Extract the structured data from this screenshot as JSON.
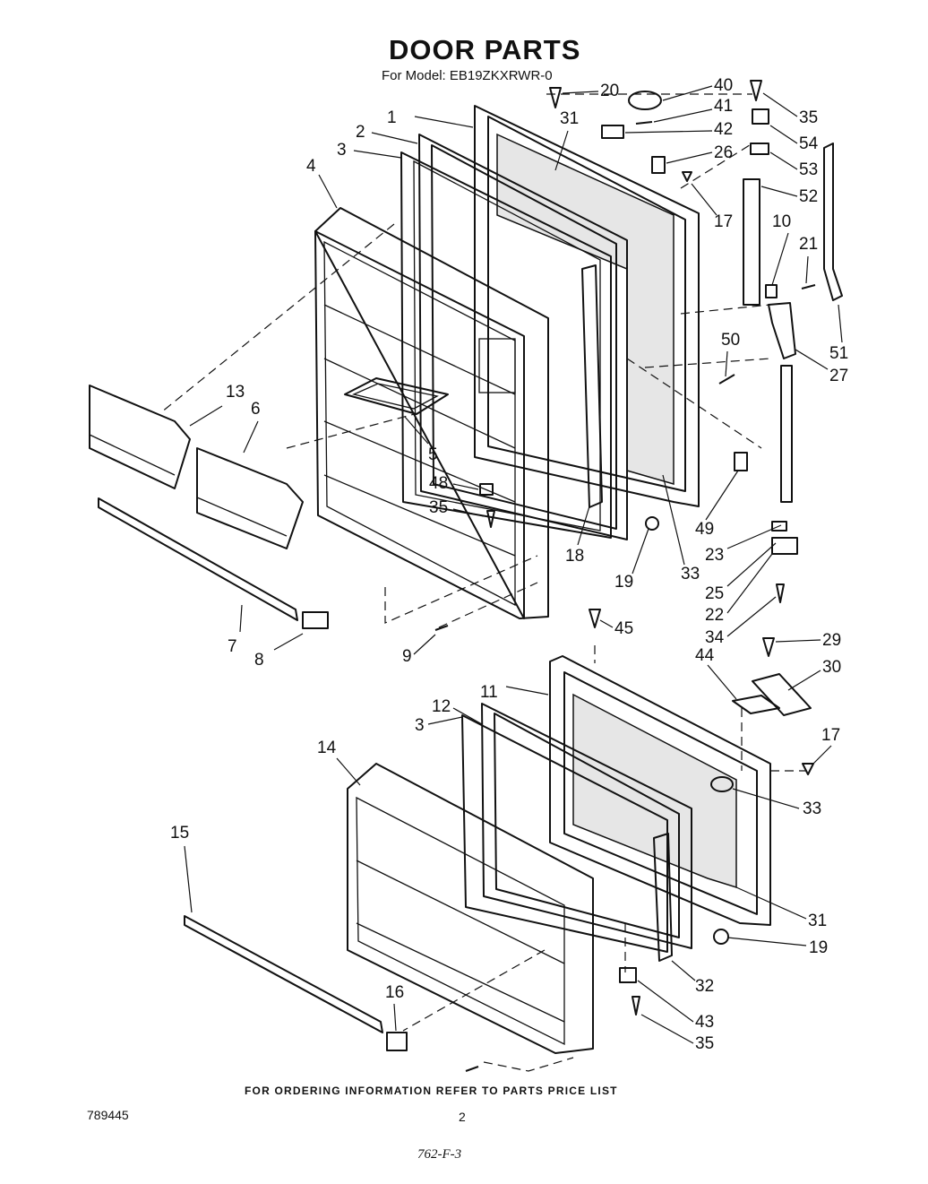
{
  "header": {
    "title": "DOOR PARTS",
    "subtitle": "For Model: EB19ZKXRWR-0"
  },
  "footer": {
    "ordering_note": "FOR ORDERING INFORMATION REFER TO PARTS PRICE LIST",
    "document_number": "789445",
    "page_number": "2",
    "handwritten_note": "762-F-3"
  },
  "callouts": [
    "1",
    "2",
    "3",
    "4",
    "5",
    "6",
    "7",
    "8",
    "9",
    "10",
    "11",
    "12",
    "13",
    "14",
    "15",
    "16",
    "17",
    "18",
    "19",
    "20",
    "21",
    "22",
    "23",
    "25",
    "26",
    "27",
    "29",
    "30",
    "31",
    "32",
    "33",
    "34",
    "35",
    "40",
    "41",
    "42",
    "43",
    "44",
    "45",
    "48",
    "49",
    "50",
    "51",
    "52",
    "53",
    "54"
  ]
}
